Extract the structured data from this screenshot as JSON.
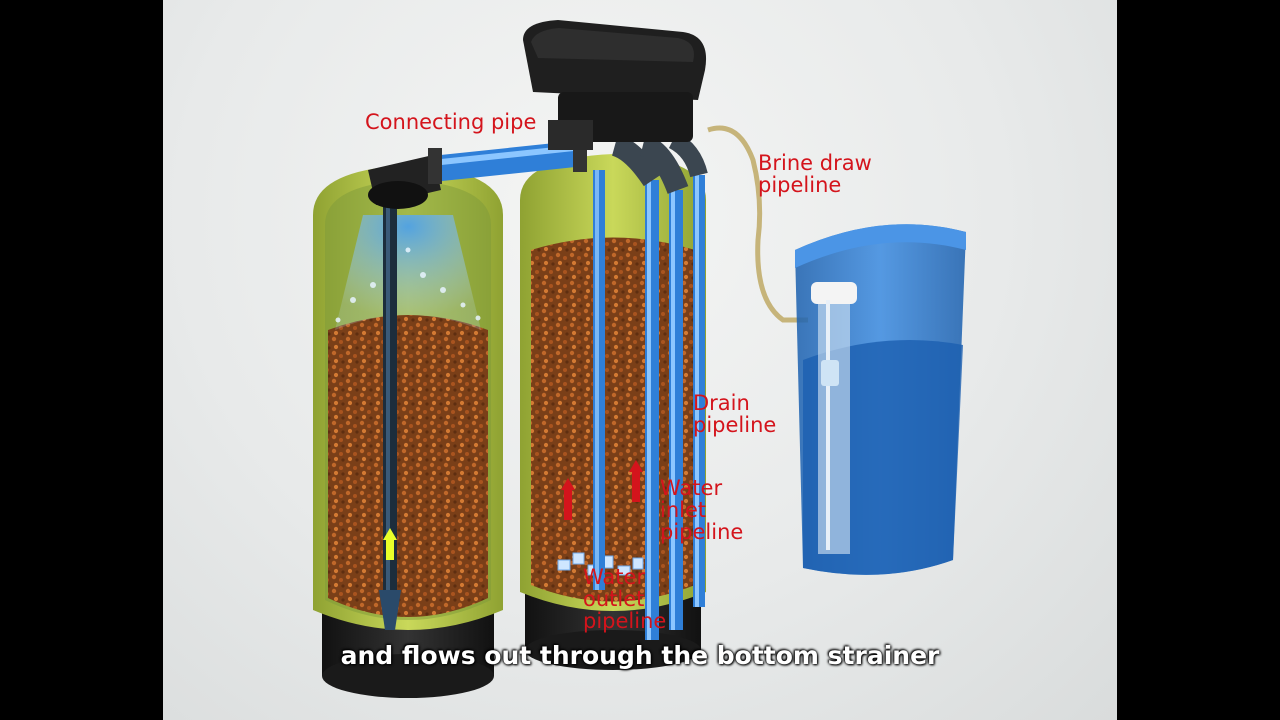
{
  "labels": {
    "connecting_pipe": "Connecting pipe",
    "brine_draw": "Brine draw\npipeline",
    "drain": "Drain\npipeline",
    "water_inlet": "Water\ninlet\npipeline",
    "water_outlet": "Water\noutlet\npipeline"
  },
  "subtitle": "and flows out through the bottom strainer",
  "colors": {
    "label_red": "#d4141c",
    "tank_shell": "#b8c846",
    "resin": "#8a4a1c",
    "pipe_blue": "#2f7fd8",
    "brine_water": "#1d6fc9",
    "valve_head": "#1f1f1f"
  },
  "icons": {
    "flow_up_arrow": "red-arrow-up-icon",
    "flow_down_arrow": "yellow-arrow-down-icon"
  }
}
